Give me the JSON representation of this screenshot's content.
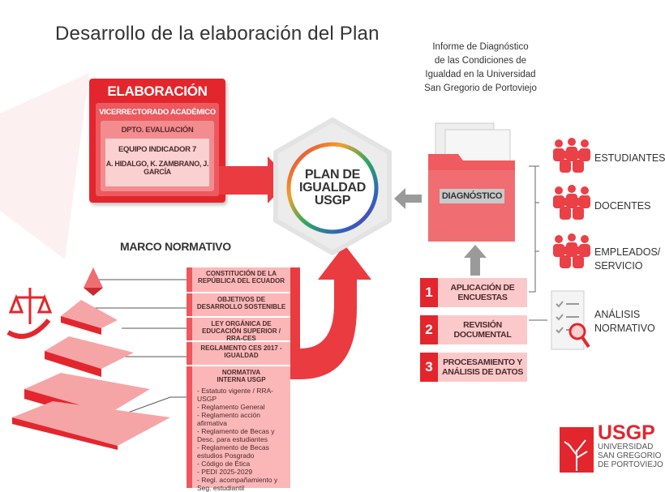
{
  "title": "Desarrollo de la elaboración del Plan",
  "elaboracion": {
    "heading": "ELABORACIÓN",
    "level1": "VICERRECTORADO  ACADÉMICO",
    "level2": "DPTO. EVALUACIÓN",
    "level3_title": "EQUIPO INDICADOR 7",
    "level3_members": "A. HIDALGO, K. ZAMBRANO, J. GARCÍA"
  },
  "center": {
    "line1": "PLAN DE",
    "line2": "IGUALDAD",
    "line3": "USGP"
  },
  "informe": {
    "lines": [
      "Informe de Diagnóstico",
      "de las Condiciones de",
      "Igualdad en la Universidad",
      "San Gregorio de Portoviejo"
    ]
  },
  "diagnostico": "DIAGNÓSTICO",
  "groups": [
    {
      "label1": "ESTUDIANTES",
      "label2": ""
    },
    {
      "label1": "DOCENTES",
      "label2": ""
    },
    {
      "label1": "EMPLEADOS/",
      "label2": "SERVICIO"
    }
  ],
  "analisis": {
    "line1": "ANÁLISIS",
    "line2": "NORMATIVO"
  },
  "steps": [
    {
      "num": "1",
      "label": "APLICACIÓN DE ENCUESTAS"
    },
    {
      "num": "2",
      "label": "REVISIÓN DOCUMENTAL"
    },
    {
      "num": "3",
      "label": "PROCESAMIENTO Y ANÁLISIS DE DATOS"
    }
  ],
  "marco": {
    "heading": "MARCO NORMATIVO",
    "items": [
      "CONSTITUCIÓN DE LA REPÚBLICA DEL ECUADOR",
      "OBJETIVOS DE DESARROLLO SOSTENIBLE",
      "LEY ORGÁNICA DE EDUCACIÓN SUPERIOR / RRA-CES",
      "REGLAMENTO CES 2017 - IGUALDAD",
      "NORMATIVA INTERNA USGP"
    ],
    "internal": [
      "- Estatuto vigente / RRA-USGP",
      "- Reglamento General",
      "- Reglamento acción afirmativa",
      "- Reglamento de Becas y Desc. para estudiantes",
      "- Reglamento de Becas estudios Posgrado",
      "- Código de Ética",
      "- PEDI 2025-2029",
      "- Regl. acompañamiento y Seg. estudiantil"
    ]
  },
  "logo": {
    "name": "USGP",
    "line1": "UNIVERSIDAD",
    "line2": "SAN GREGORIO",
    "line3": "DE PORTOVIEJO"
  },
  "colors": {
    "red": "#e3262d",
    "pink": "#fbc9ca",
    "gray": "#9a9a9a"
  }
}
